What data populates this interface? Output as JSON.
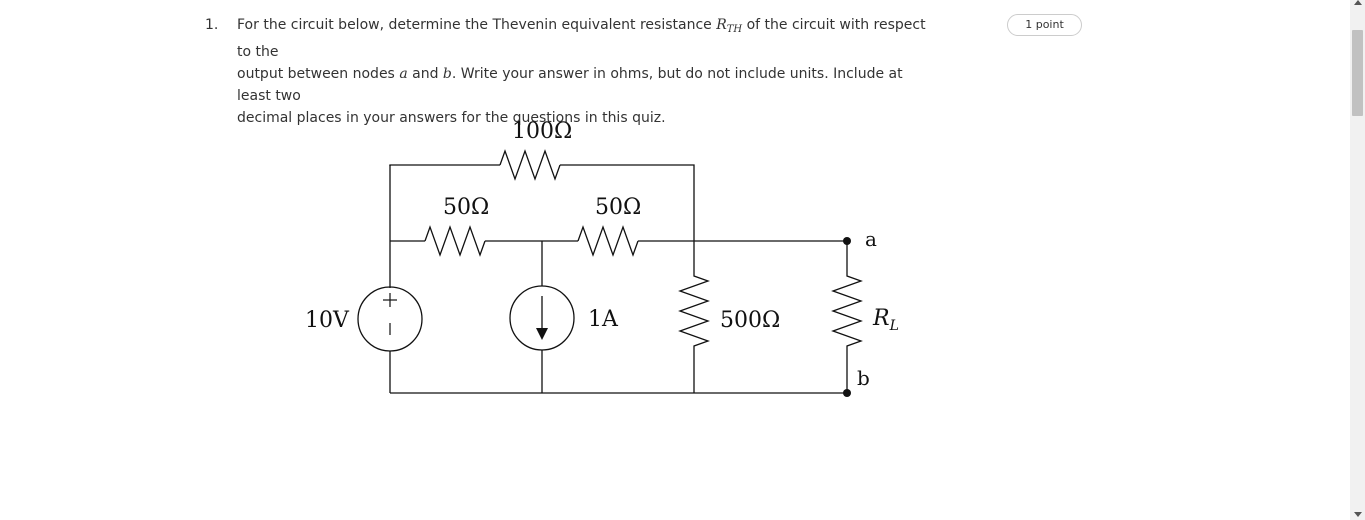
{
  "question": {
    "number": "1.",
    "text_part1": "For the circuit below, determine the Thevenin equivalent resistance ",
    "rth_symbol": "R",
    "rth_subscript": "TH",
    "text_part2": " of the circuit with respect to the",
    "line2_part1": "output between nodes ",
    "node_a": "a",
    "line2_and": " and ",
    "node_b": "b",
    "line2_part2": ". Write your answer in ohms, but do not include units. Include at least two",
    "line3": "decimal places in your answers for the questions in this quiz."
  },
  "points_badge": "1 point",
  "circuit": {
    "r_top": "100Ω",
    "r_left": "50Ω",
    "r_mid": "50Ω",
    "v_source": "10V",
    "v_plus": "+",
    "v_minus": "−",
    "i_source": "1A",
    "r_shunt": "500Ω",
    "load_symbol": "R",
    "load_subscript": "L",
    "node_a": "a",
    "node_b": "b"
  }
}
